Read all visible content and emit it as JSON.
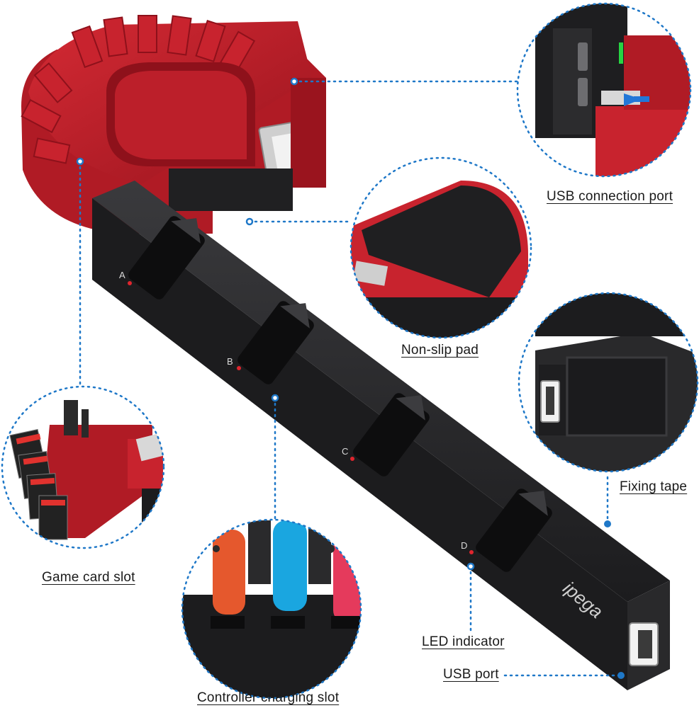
{
  "product": {
    "brand_logo_text": "ipega",
    "slot_labels": [
      "A",
      "B",
      "C",
      "D"
    ]
  },
  "callouts": {
    "usb_connection_port": "USB connection port",
    "non_slip_pad": "Non-slip pad",
    "fixing_tape": "Fixing tape",
    "game_card_slot": "Game card slot",
    "led_indicator": "LED indicator",
    "usb_port": "USB port",
    "controller_charging_slot": "Controller charging slot"
  },
  "colors": {
    "dock_red": "#c6202c",
    "dock_red_dark": "#8e111b",
    "dock_black": "#1c1c1e",
    "dock_black_top": "#2a2a2c",
    "leader_blue": "#1f78c8",
    "led_red": "#e0252e",
    "joycon_orange": "#e5582d",
    "joycon_blue": "#1aa6e0",
    "joycon_pink": "#e53a5c"
  }
}
